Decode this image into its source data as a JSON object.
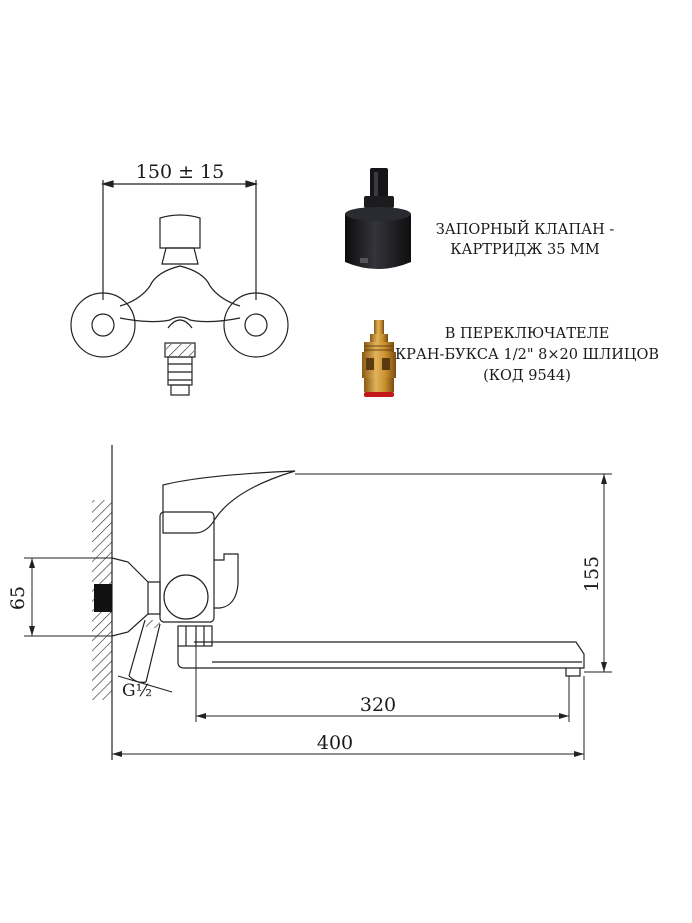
{
  "front_view": {
    "dim_width": "150 ± 15"
  },
  "cartridge": {
    "line1": "ЗАПОРНЫЙ КЛАПАН -",
    "line2": "КАРТРИДЖ 35 ММ"
  },
  "switch_valve": {
    "line1": "В ПЕРЕКЛЮЧАТЕЛЕ",
    "line2": "КРАН-БУКСА 1/2\" 8×20 ШЛИЦОВ",
    "line3": "(КОД 9544)"
  },
  "side_view": {
    "dim_height_spout": "155",
    "dim_height_mount": "65",
    "dim_spout_length": "320",
    "dim_total_length": "400",
    "thread_label": "G½"
  }
}
